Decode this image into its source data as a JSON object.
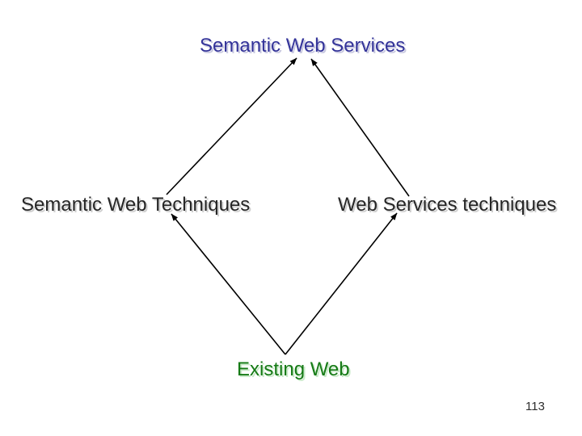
{
  "slide": {
    "title": "Semantic Web Services",
    "left_label": "Semantic Web Techniques",
    "right_label": "Web Services techniques",
    "bottom_label": "Existing Web",
    "page_number": "113"
  },
  "colors": {
    "background": "#ffffff",
    "title_text": "#333399",
    "body_text": "#262626",
    "bottom_label_text": "#157a15",
    "arrow": "#000000"
  },
  "diagram": {
    "type": "layered-diamond",
    "edges": [
      {
        "from": "Semantic Web Techniques",
        "to": "Semantic Web Services",
        "arrowhead_at": "to"
      },
      {
        "from": "Web Services techniques",
        "to": "Semantic Web Services",
        "arrowhead_at": "to"
      },
      {
        "from": "Existing Web",
        "to": "Semantic Web Techniques",
        "arrowhead_at": "to"
      },
      {
        "from": "Existing Web",
        "to": "Web Services techniques",
        "arrowhead_at": "to"
      }
    ]
  }
}
